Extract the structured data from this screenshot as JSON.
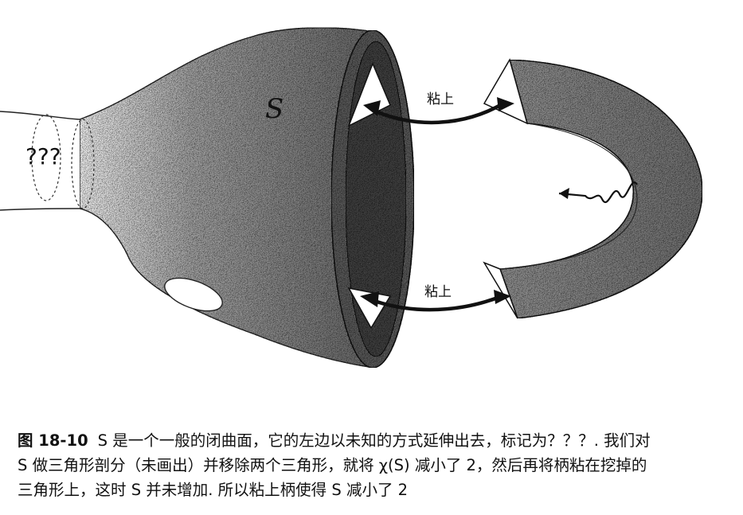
{
  "figure": {
    "surface_label": "S",
    "unknown_label": "???",
    "glue_label_top": "粘上",
    "glue_label_bottom": "粘上"
  },
  "caption": {
    "label": "图 18-10",
    "line1": "S 是一个一般的闭曲面，它的左边以未知的方式延伸出去，标记为？？？. 我们对",
    "line2": "S 做三角形剖分（未画出）并移除两个三角形，就将 χ(S) 减小了 2，然后再将柄粘在挖掉的",
    "line3": "三角形上，这时 S 并未增加. 所以粘上柄使得 S 减小了 2"
  }
}
